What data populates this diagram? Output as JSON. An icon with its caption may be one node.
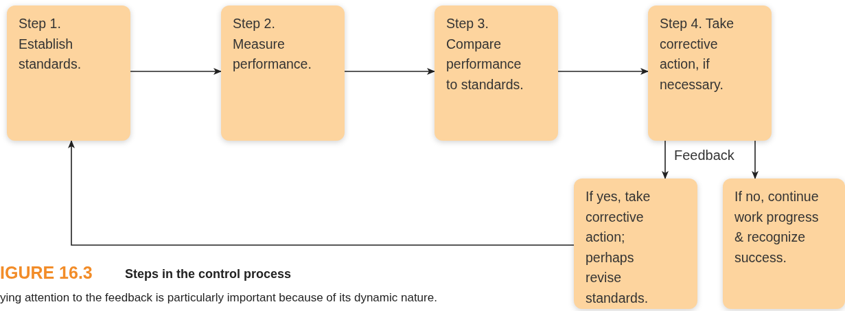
{
  "diagram": {
    "title": "Steps in the control process",
    "caption": "ying attention to the feedback is particularly important because of its dynamic nature.",
    "nodes": [
      {
        "text": [
          "Step 1. Establish standards."
        ]
      },
      {
        "text": [
          "Step 2. Measure performance."
        ]
      },
      {
        "text": [
          "Step 3. Compare performance to standards."
        ]
      },
      {
        "text": [
          "Step 4. Take corrective action, if necessary."
        ]
      },
      {
        "text": [
          "If yes, take corrective action; perhaps revise standards."
        ]
      },
      {
        "text": [
          "If no, continue work progress & recognize success."
        ]
      }
    ],
    "edges": [
      {
        "from": 0,
        "to": 1,
        "arrow": "to"
      },
      {
        "from": 1,
        "to": 2,
        "arrow": "to"
      },
      {
        "from": 2,
        "to": 3,
        "arrow": "to"
      },
      {
        "from": 3,
        "to": 4,
        "arrow": "to"
      },
      {
        "from": 3,
        "to": 5,
        "arrow": "to"
      },
      {
        "from": 4,
        "to": 0,
        "arrow": "to"
      }
    ],
    "labels": [
      "Feedback",
      "IGURE 16.3"
    ]
  }
}
